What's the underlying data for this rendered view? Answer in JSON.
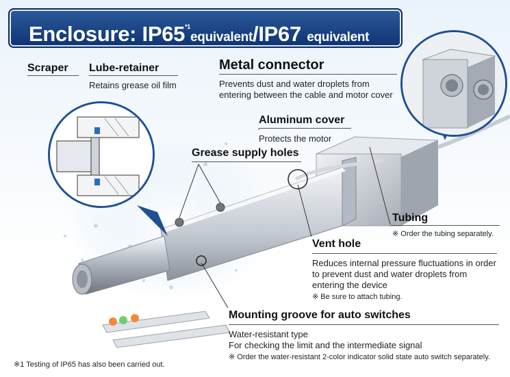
{
  "title": {
    "main": "Enclosure: IP65",
    "sup": "*1",
    "eq1": "equivalent",
    "slash": "/IP67",
    "eq2": "equivalent"
  },
  "scraper": {
    "label": "Scraper"
  },
  "lube": {
    "label": "Lube-retainer",
    "desc": "Retains grease oil film"
  },
  "metal": {
    "label": "Metal connector",
    "desc1": "Prevents dust and water droplets from",
    "desc2": "entering between the cable and motor cover"
  },
  "aluminum": {
    "label": "Aluminum cover",
    "desc": "Protects the motor"
  },
  "grease": {
    "label": "Grease supply holes"
  },
  "tubing": {
    "label": "Tubing",
    "note": "※  Order the tubing separately."
  },
  "vent": {
    "label": "Vent hole",
    "desc1": "Reduces internal pressure fluctuations in order",
    "desc2": "to prevent dust and water droplets from",
    "desc3": "entering the device",
    "note": "※  Be sure to attach tubing."
  },
  "mounting": {
    "label": "Mounting groove for auto switches",
    "desc1": "Water-resistant type",
    "desc2": "For checking the limit and the intermediate signal",
    "note": "※  Order the water-resistant 2-color indicator solid state auto switch separately."
  },
  "footnote": "※1  Testing of IP65 has also been carried out.",
  "colors": {
    "title_bg": "#143b7c",
    "circle_border": "#1f4f96",
    "actuator": "#c9ced6"
  }
}
